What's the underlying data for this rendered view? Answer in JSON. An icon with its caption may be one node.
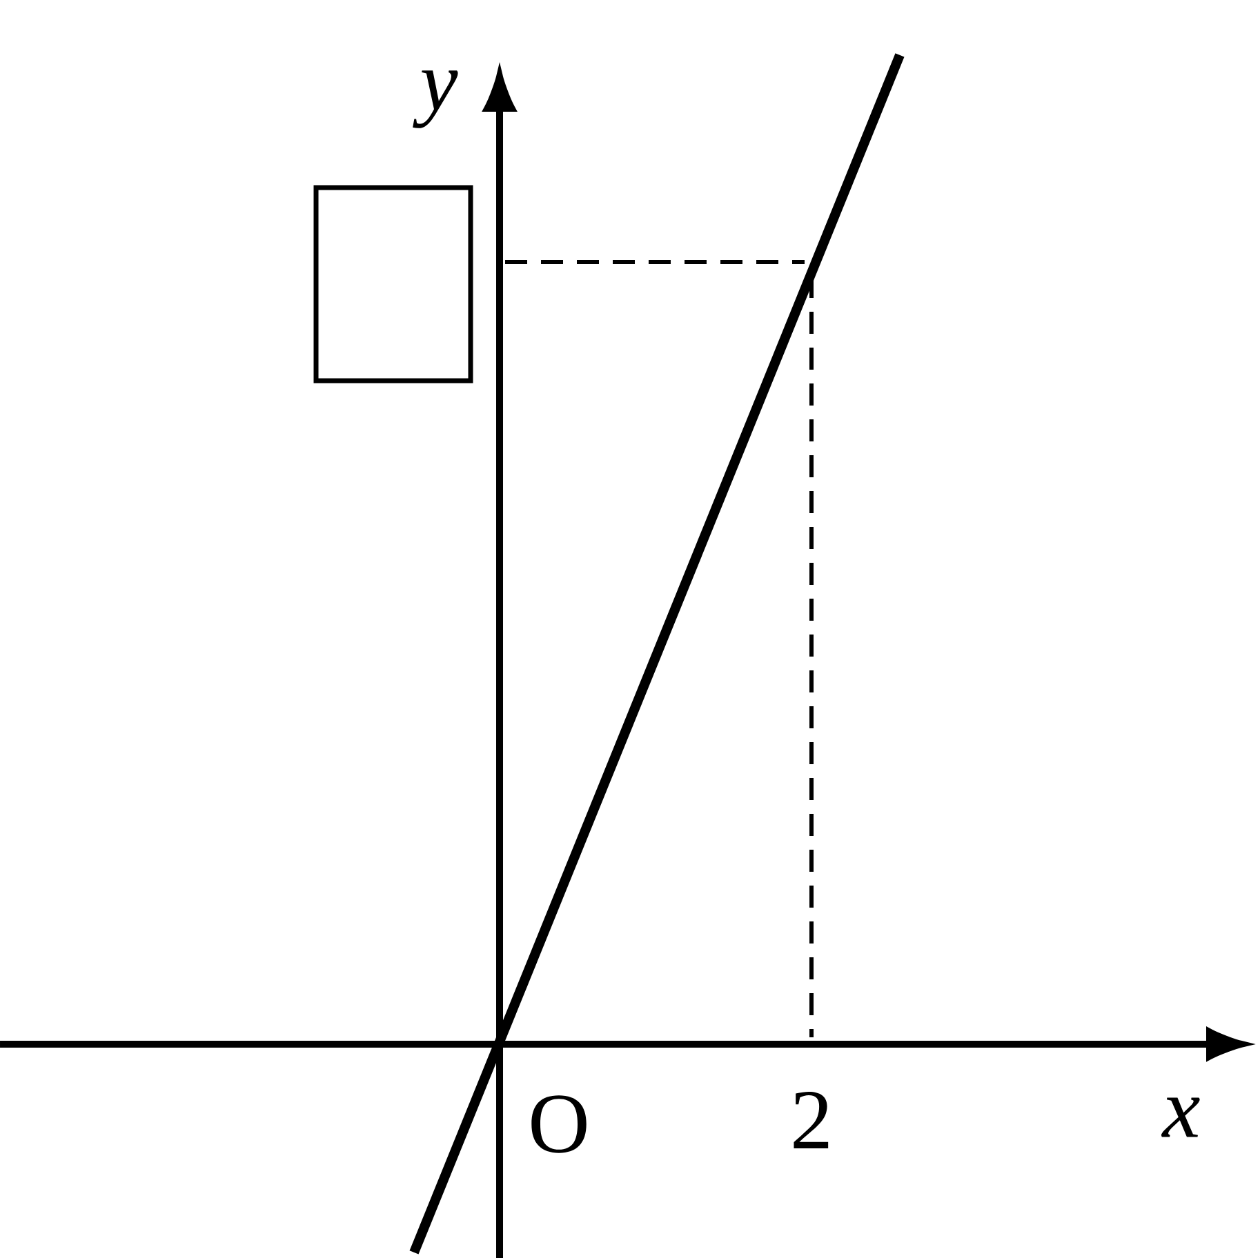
{
  "diagram": {
    "nodes": [
      {
        "text": [],
        "shape": "box"
      }
    ],
    "edges": [],
    "labels": [
      "y",
      "O",
      "2",
      "x"
    ]
  }
}
